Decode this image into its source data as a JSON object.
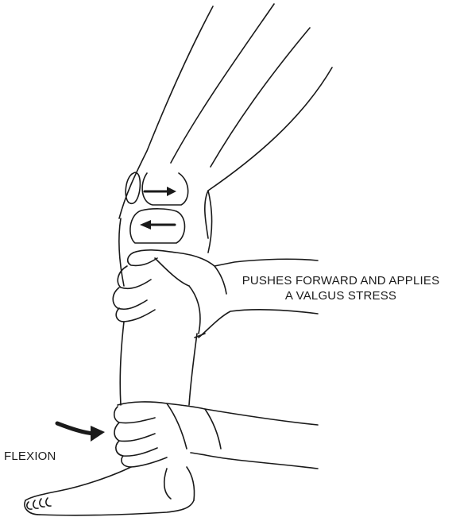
{
  "labels": {
    "pushes_line1": "PUSHES FORWARD AND APPLIES",
    "pushes_line2": "A VALGUS STRESS",
    "flexion": "FLEXION"
  },
  "colors": {
    "ink": "#1a1a1a",
    "background": "#ffffff"
  }
}
